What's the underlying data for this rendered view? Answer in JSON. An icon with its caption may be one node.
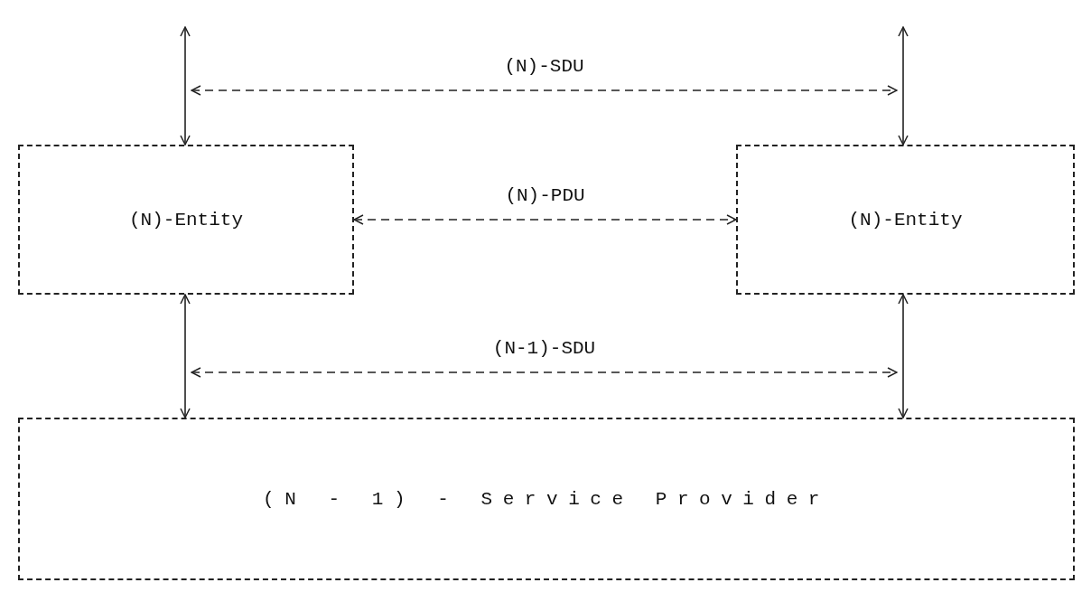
{
  "diagram": {
    "nodes": [
      {
        "text": [
          "(N)-Entity"
        ]
      },
      {
        "text": [
          "(N)-Entity"
        ]
      },
      {
        "text": [
          "(N - 1) - Service Provider"
        ]
      }
    ],
    "edges": [
      {
        "from": 0,
        "to": null,
        "arrow": "both"
      },
      {
        "from": 1,
        "to": null,
        "arrow": "both"
      },
      {
        "from": 0,
        "to": 1,
        "arrow": "both",
        "label": "(N)-PDU",
        "style": "dashed"
      },
      {
        "from": 0,
        "to": 2,
        "arrow": "both"
      },
      {
        "from": 1,
        "to": 2,
        "arrow": "both"
      }
    ],
    "labels": [
      "(N)-SDU",
      "(N-1)-SDU"
    ]
  }
}
